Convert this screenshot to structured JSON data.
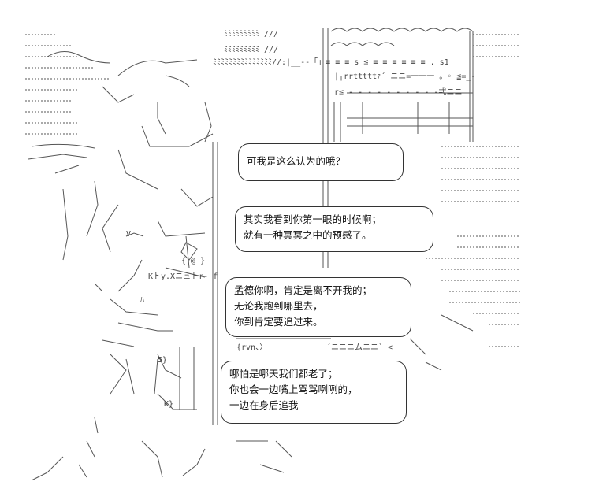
{
  "dialogue": {
    "bubble_1": {
      "lines": [
        "可我是这么认为的哦？"
      ]
    },
    "bubble_2": {
      "lines": [
        "其实我看到你第一眼的时候啊；",
        "就有一种冥冥之中的预感了。"
      ]
    },
    "bubble_3": {
      "lines": [
        "孟德你啊，肯定是离不开我的；",
        "无论我跑到哪里去，",
        "你到肯定要追过来。"
      ]
    },
    "bubble_4": {
      "lines": [
        "哪怕是哪天我们都老了；",
        "你也会一边嘴上骂骂咧咧的，",
        "一边在身后追我––"
      ]
    }
  },
  "art_fragments": {
    "f1": "ﾐﾐﾐﾐﾐﾐﾐﾐﾐ ///",
    "f2": "ﾐﾐﾐﾐﾐﾐﾐﾐﾐ ///",
    "f3": "ﾐﾐﾐﾐﾐﾐﾐﾐﾐﾐﾐﾐﾐﾐﾐ//:|__--「」≡ ≡ ≡ s ≦ ≡ ≡ ≡ ≡ ≡ ≡ . s1",
    "f4": "|┬rrtttttｧ´ ニニ=一一一 。◦ ≦=_-",
    "f5": "r≦ - - - - - - - - - -弌ニニ",
    "f6": "{ @ }",
    "f7": "Kトy.Xニュトr- f",
    "f8": "{rvn、〉",
    "f9": "´ニニニムニニ` <",
    "f10": "ﾊ",
    "f11": "V",
    "f12": "5}",
    "f13": "K}"
  }
}
